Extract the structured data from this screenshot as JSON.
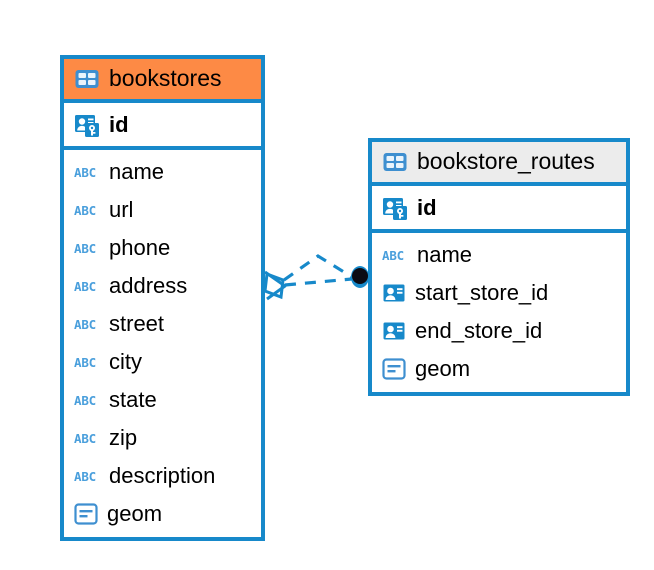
{
  "diagram": {
    "type": "entity-relationship-diagram",
    "background_color": "#FFFFFF",
    "accent_color": "#1789CA",
    "selected_header_color": "#FD8A45",
    "header_color": "#ECECEC"
  },
  "entities": [
    {
      "name": "bookstores",
      "selected": true,
      "header_icon": "table-icon",
      "primary_keys": [
        {
          "name": "id",
          "icon": "primary-key-icon"
        }
      ],
      "fields": [
        {
          "name": "name",
          "icon": "text-type-icon"
        },
        {
          "name": "url",
          "icon": "text-type-icon"
        },
        {
          "name": "phone",
          "icon": "text-type-icon"
        },
        {
          "name": "address",
          "icon": "text-type-icon"
        },
        {
          "name": "street",
          "icon": "text-type-icon"
        },
        {
          "name": "city",
          "icon": "text-type-icon"
        },
        {
          "name": "state",
          "icon": "text-type-icon"
        },
        {
          "name": "zip",
          "icon": "text-type-icon"
        },
        {
          "name": "description",
          "icon": "text-type-icon"
        },
        {
          "name": "geom",
          "icon": "blob-type-icon"
        }
      ]
    },
    {
      "name": "bookstore_routes",
      "selected": false,
      "header_icon": "table-icon",
      "primary_keys": [
        {
          "name": "id",
          "icon": "primary-key-icon"
        }
      ],
      "fields": [
        {
          "name": "name",
          "icon": "text-type-icon"
        },
        {
          "name": "start_store_id",
          "icon": "foreign-key-icon"
        },
        {
          "name": "end_store_id",
          "icon": "foreign-key-icon"
        },
        {
          "name": "geom",
          "icon": "blob-type-icon"
        }
      ]
    }
  ],
  "relationship": {
    "from": "bookstores",
    "to": "bookstore_routes",
    "line_style": "dashed",
    "line_color": "#1789CA",
    "source_endpoint": "crows-foot-diamond",
    "target_endpoint": "filled-circle"
  }
}
